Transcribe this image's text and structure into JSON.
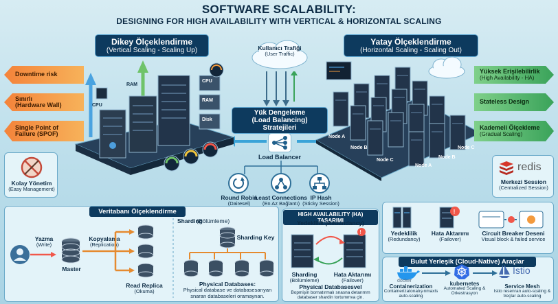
{
  "header": {
    "title": "SOFTWARE SCALABILITY:",
    "subtitle": "DESIGNING FOR HIGH AVAILABILITY WITH VERTICAL & HORIZONTAL SCALING"
  },
  "vertical": {
    "title": "Dikey Ölçeklendirme",
    "subtitle": "(Vertical Scaling - Scaling Up)",
    "risks": [
      {
        "label": "Downtime risk",
        "sub": ""
      },
      {
        "label": "Sınırlı",
        "sub": "(Hardware Wall)"
      },
      {
        "label": "Single Point of",
        "sub": "Failure (SPOF)"
      }
    ],
    "component_labels": [
      "CPU",
      "RAM",
      "CPU",
      "RAM",
      "Disk"
    ],
    "easy": {
      "label": "Kolay Yönetim",
      "sub": "(Easy Management)"
    }
  },
  "traffic": {
    "label": "Kullanıcı Trafiği",
    "sub": "(User Traffic)"
  },
  "lb": {
    "title": "Yük Dengeleme",
    "subtitle": "(Load Balancing) Stratejileri",
    "center_label": "Load Balancer",
    "strategies": [
      {
        "label": "Round Robin",
        "sub": "(Dairesel)"
      },
      {
        "label": "Least Connections",
        "sub": "(En Az Bağlantı)"
      },
      {
        "label": "IP Hash",
        "sub": "(Sticky Session)"
      }
    ]
  },
  "horizontal": {
    "title": "Yatay Ölçeklendirme",
    "subtitle": "(Horizontal Scaling - Scaling Out)",
    "benefits": [
      {
        "label": "Yüksek Erişilebilirlik",
        "sub": "(High Availability - HA)"
      },
      {
        "label": "Stateless Design",
        "sub": ""
      },
      {
        "label": "Kademeli Ölçekleme",
        "sub": "(Gradual Scaling)"
      }
    ],
    "nodes": [
      "Node A",
      "Node B",
      "Node C",
      "Node A",
      "Node B",
      "Node C"
    ],
    "session": {
      "brand": "redis",
      "label": "Merkezi Session",
      "sub": "(Centralized Session)"
    }
  },
  "database": {
    "title": "Veritabanı Ölçeklendirme",
    "write": {
      "label": "Yazma",
      "sub": "(Write)"
    },
    "replication": {
      "label": "Kopyalama",
      "sub": "(Replication)"
    },
    "master": "Master",
    "replica": {
      "label": "Read Replica",
      "sub": "(Okuma)"
    },
    "sharding": {
      "label": "Sharding",
      "sub": "(Bölümleme)"
    },
    "shard_key": "Sharding Key",
    "physical": {
      "label": "Physical Databases:",
      "sub": "Physical database ve databasesarıyan snaran databaseleri oramaynan."
    }
  },
  "ha": {
    "title": "HIGH AVAILABILITY (HA) TASARIMI",
    "redundancy_head": "Yedeklilik (Redundancy)",
    "items": [
      {
        "label": "Yedeklilik",
        "sub": "(Redundancy)"
      },
      {
        "label": "Hata Aktarımı",
        "sub": "(Failover)"
      },
      {
        "label": "Circuit Breaker Deseni",
        "sub": "Visual block & failed service"
      }
    ],
    "left_sharding": {
      "label": "Sharding",
      "sub": "(Bölümleme)"
    },
    "left_failover": {
      "label": "Hata Aktarımı",
      "sub": "(Failover)"
    },
    "physical": {
      "label": "Physical Databasesvel",
      "sub": "Bopmişin bornatırmalı snasna detarımm databaser shardin tortummva çin."
    }
  },
  "cloud": {
    "title": "Bulut Yerleşik (Cloud-Native) Araçlar",
    "tools": [
      {
        "logo": "docker",
        "label": "Containerization",
        "sub": "Containerizatonatışınmaxls auto-scaling"
      },
      {
        "logo": "kubernetes",
        "label": "kubernetes",
        "sub": "Automated Scaling & Orkestrasyon"
      },
      {
        "logo": "Istio",
        "label": "Service Mesh",
        "sub": "Istio resenran auto-scaling & treçlar auto-scaling"
      }
    ]
  },
  "colors": {
    "navy": "#0d3a5e",
    "risk": "#f4833a",
    "benefit": "#3aa35a",
    "bg": "#bfe0ec"
  }
}
